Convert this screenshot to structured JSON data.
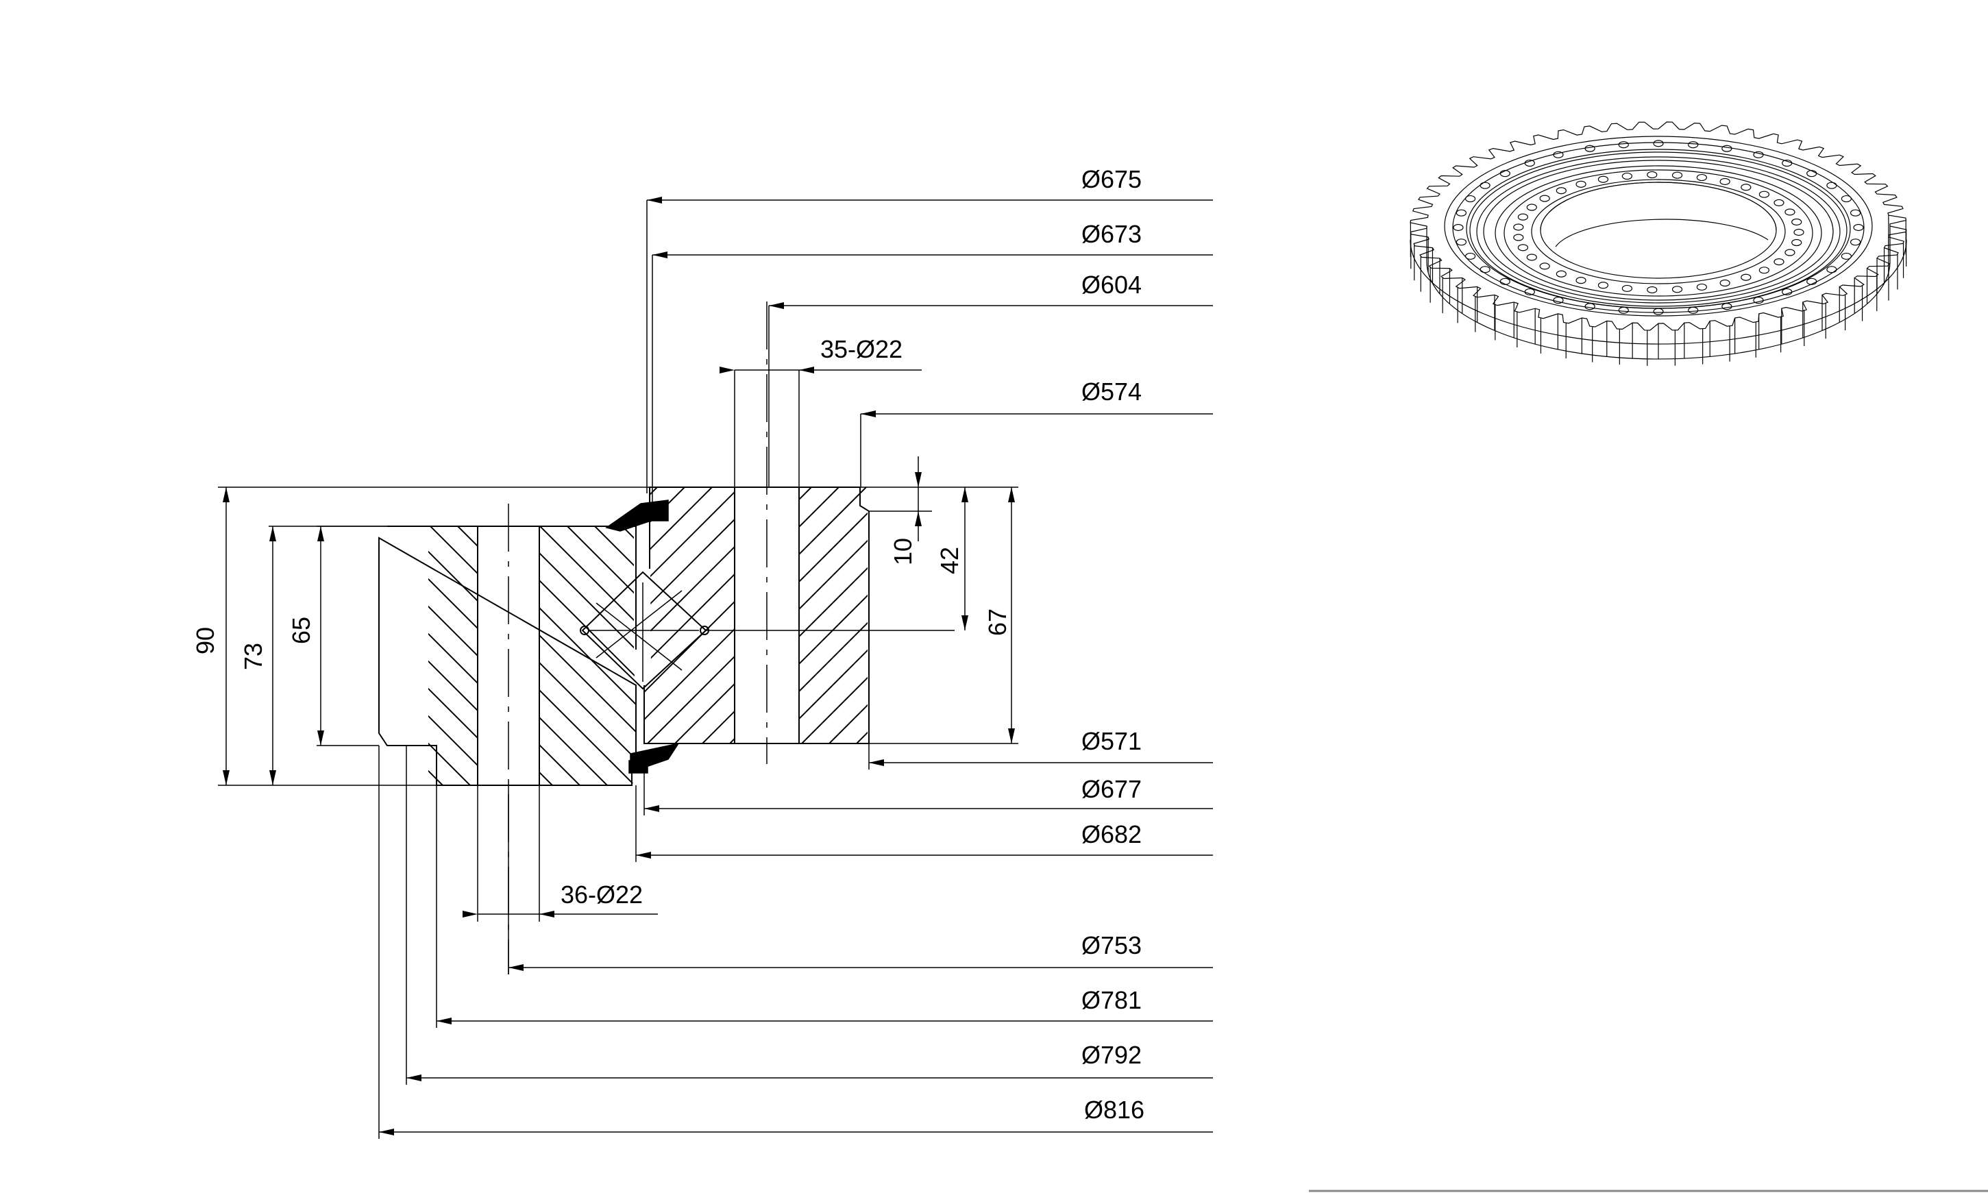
{
  "section_view": {
    "diameters_top": [
      "Ø675",
      "Ø673",
      "Ø604",
      "Ø574"
    ],
    "bolt_holes_inner": "35-Ø22",
    "diameters_bottom": [
      "Ø571",
      "Ø677",
      "Ø682",
      "Ø753",
      "Ø781",
      "Ø792",
      "Ø816"
    ],
    "bolt_holes_outer": "36-Ø22",
    "heights_left": [
      "90",
      "73",
      "65"
    ],
    "heights_right": [
      "10",
      "42",
      "67"
    ]
  },
  "iso_view": {
    "tooth_count": 56,
    "outer_bolt_holes": 36,
    "inner_bolt_holes": 35
  }
}
